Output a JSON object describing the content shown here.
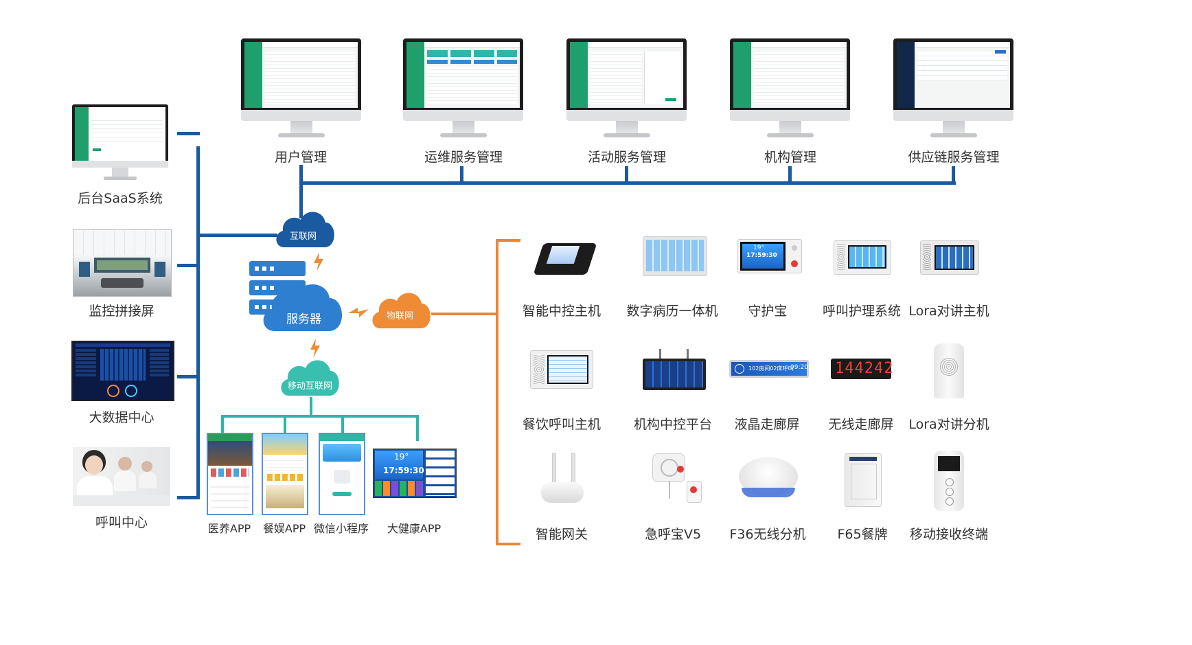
{
  "left_column": {
    "saas": "后台SaaS系统",
    "monitor_wall": "监控拼接屏",
    "big_data": "大数据中心",
    "call_center": "呼叫中心"
  },
  "top_row": [
    "用户管理",
    "运维服务管理",
    "活动服务管理",
    "机构管理",
    "供应链服务管理"
  ],
  "clouds": {
    "internet": "互联网",
    "server": "服务器",
    "iot": "物联网",
    "mobile": "移动互联网"
  },
  "apps": [
    "医养APP",
    "餐娱APP",
    "微信小程序",
    "大健康APP"
  ],
  "app_screens": {
    "weather_temp": "19°",
    "clock": "17:59:30"
  },
  "devices_row1": [
    "智能中控主机",
    "数字病历一体机",
    "守护宝",
    "呼叫护理系统",
    "Lora对讲主机"
  ],
  "devices_row2": [
    "餐饮呼叫主机",
    "机构中控平台",
    "液晶走廊屏",
    "无线走廊屏",
    "Lora对讲分机"
  ],
  "devices_row3": [
    "智能网关",
    "急呼宝V5",
    "F36无线分机",
    "F65餐牌",
    "移动接收终端"
  ],
  "device_screens": {
    "lcd_corridor_text": "102房间02床呼叫",
    "lcd_corridor_time": "09:20",
    "led_digits": "144242",
    "guard_time": "17:59:30",
    "guard_temp": "19°"
  },
  "colors": {
    "line_blue": "#1a5aa0",
    "line_orange": "#ee8533",
    "line_teal": "#2fb5a9",
    "cloud_internet": "#1a5aa0",
    "cloud_server": "#2f7fd1",
    "cloud_iot": "#ef8a35",
    "cloud_mobile": "#38bfae"
  }
}
